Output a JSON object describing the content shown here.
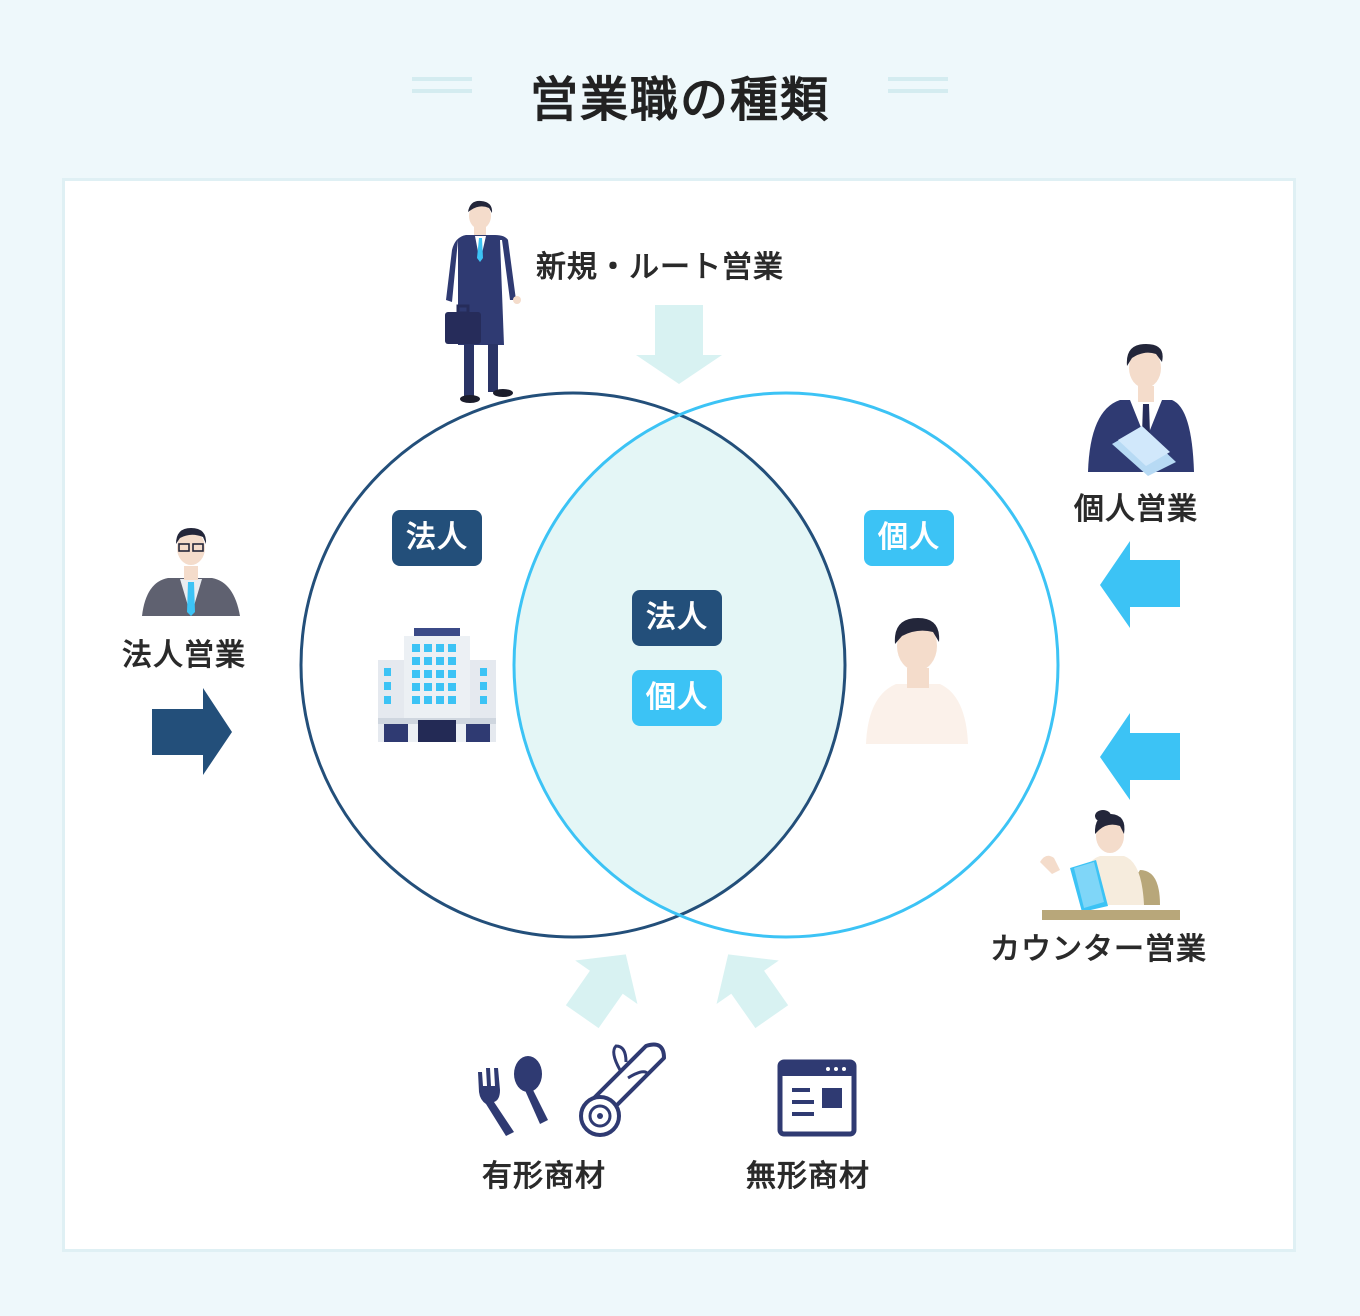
{
  "title": "営業職の種類",
  "labels": {
    "new_route": "新規・ルート営業",
    "corporate": "法人営業",
    "individual": "個人営業",
    "counter": "カウンター営業",
    "tangible": "有形商材",
    "intangible": "無形商材"
  },
  "badges": {
    "left": "法人",
    "right": "個人",
    "center_corp": "法人",
    "center_ind": "個人"
  },
  "colors": {
    "corporate": "#234f7a",
    "individual": "#3cc3f5",
    "overlap": "#e4f6f6",
    "arrow_light": "#d8f2f2",
    "suit": "#2f3a72"
  },
  "icons": [
    "businessman-briefcase-icon",
    "businessman-glasses-icon",
    "businessman-document-icon",
    "receptionist-desk-icon",
    "office-building-icon",
    "person-icon",
    "fork-spoon-icon",
    "scroll-icon",
    "browser-window-icon"
  ]
}
